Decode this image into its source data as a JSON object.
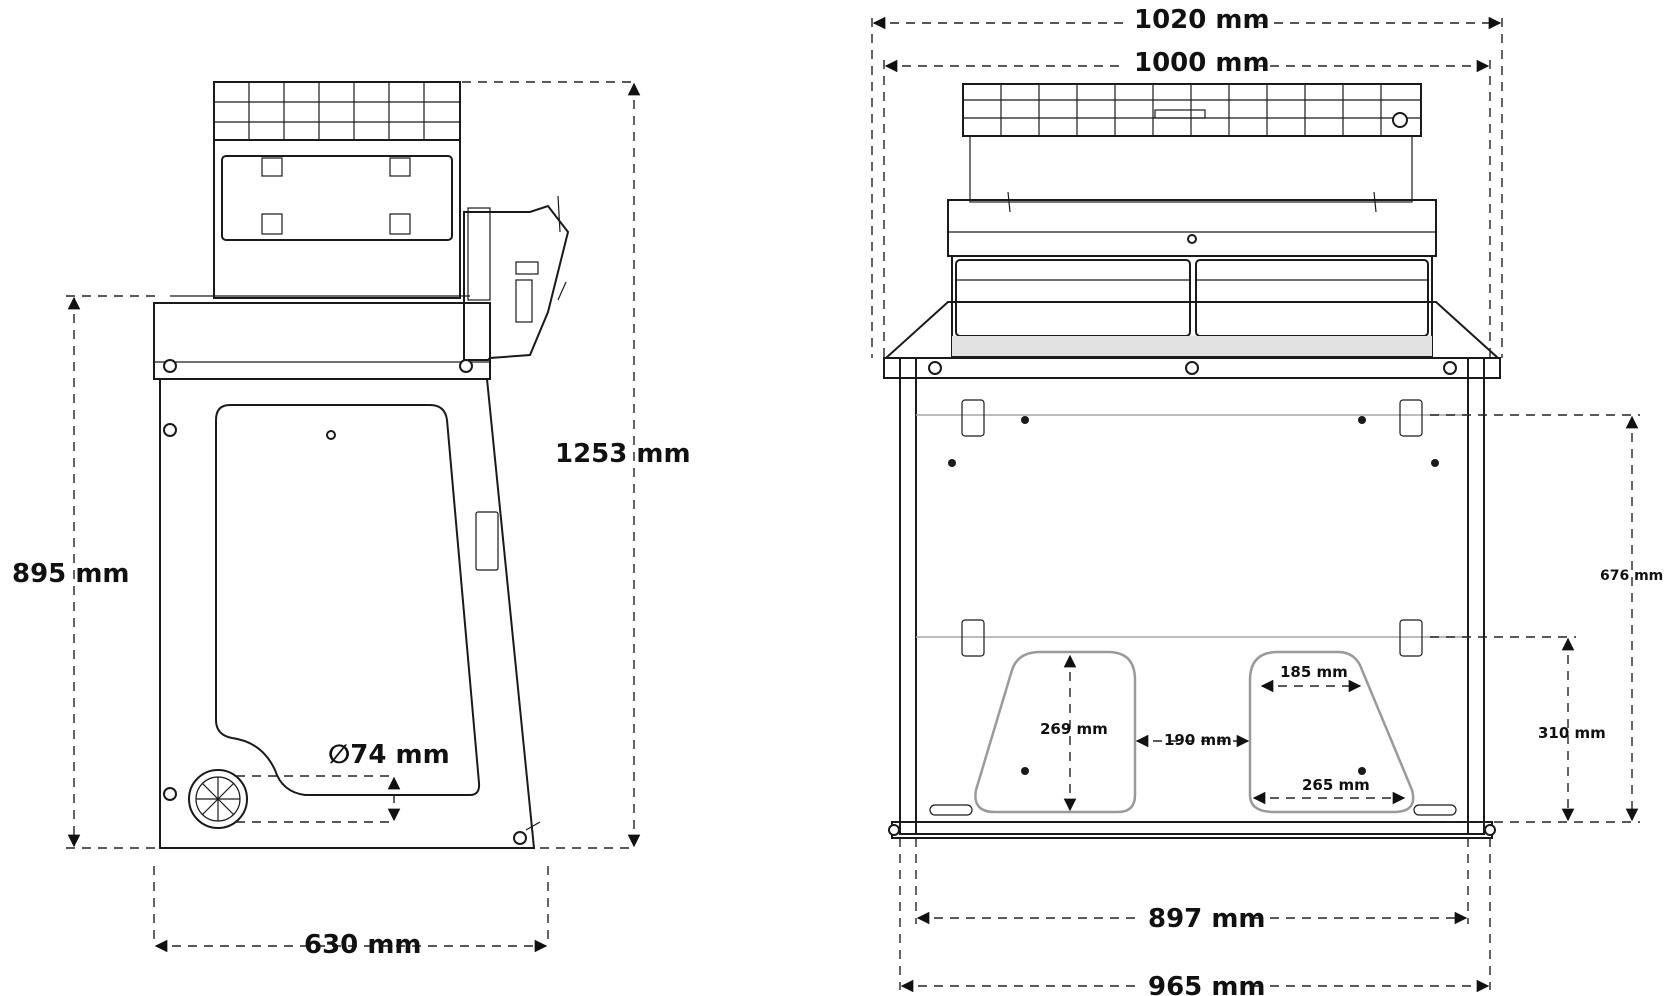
{
  "side_view": {
    "overall_height": "1253 mm",
    "table_height": "895 mm",
    "depth": "630 mm",
    "outlet_diameter": "∅74 mm"
  },
  "front_view": {
    "overall_width_outer": "1020 mm",
    "overall_width_inner": "1000 mm",
    "base_width_inner": "897 mm",
    "base_width_outer": "965 mm",
    "upper_bracket_height": "676 mm",
    "lower_bracket_height": "310 mm",
    "cutout_height": "269 mm",
    "cutout_gap": "190 mm",
    "cutout_top_width": "185 mm",
    "cutout_bottom_width": "265 mm"
  },
  "colors": {
    "line": "#1a1a1a",
    "cutout": "#9a9a9a",
    "background": "#ffffff"
  }
}
